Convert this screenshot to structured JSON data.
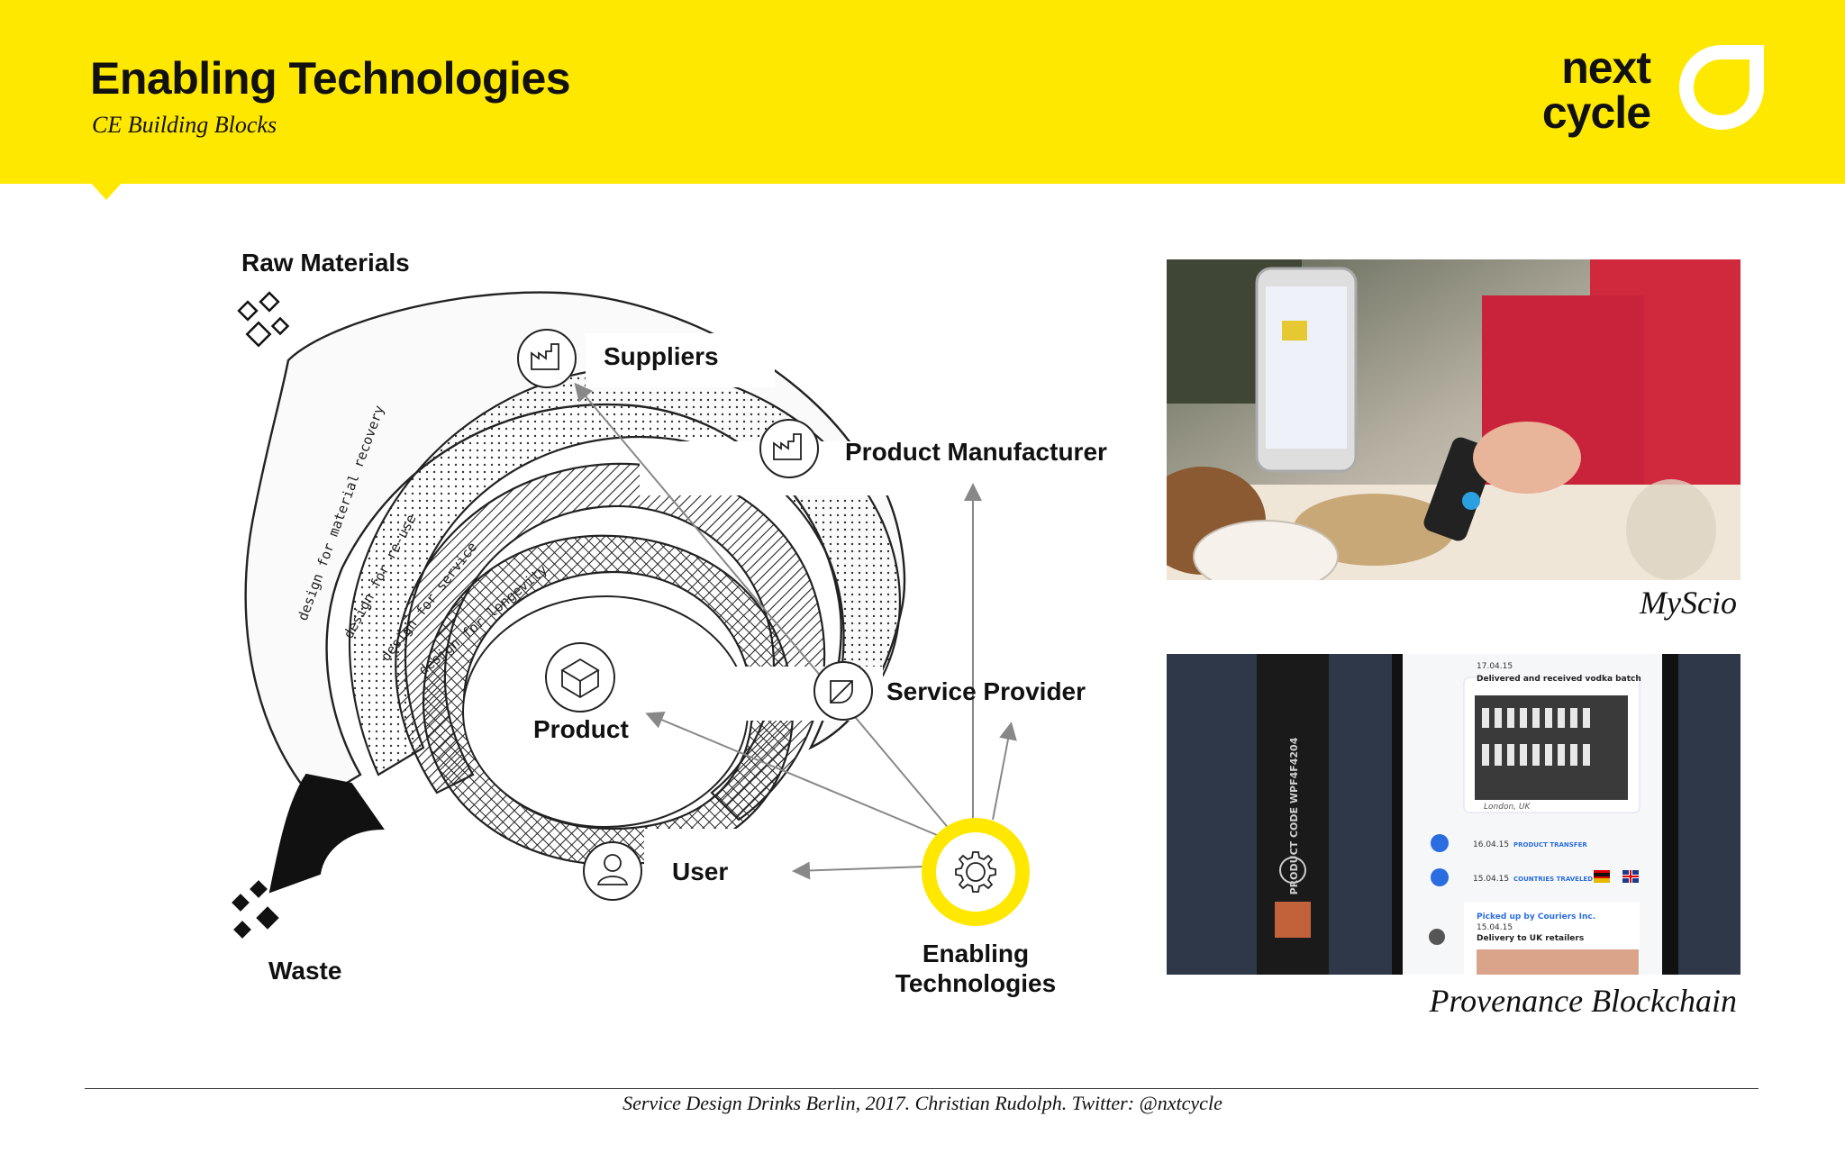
{
  "slide": {
    "title": "Enabling Technologies",
    "subtitle": "CE Building Blocks",
    "footer": "Service Design Drinks Berlin, 2017. Christian Rudolph. Twitter: @nxtcycle"
  },
  "logo": {
    "line1": "next",
    "line2": "cycle",
    "icon": "next-cycle-logo-icon"
  },
  "diagram": {
    "labels": {
      "raw_materials": "Raw Materials",
      "suppliers": "Suppliers",
      "product_manufacturer": "Product Manufacturer",
      "service_provider": "Service Provider",
      "product": "Product",
      "user": "User",
      "waste": "Waste",
      "enabling_line1": "Enabling",
      "enabling_line2": "Technologies"
    },
    "loop_labels": {
      "material_recovery": "design for material recovery",
      "re_use": "design for re-use",
      "service": "design for service",
      "longevity": "design for longevity"
    }
  },
  "photos": {
    "myscio": {
      "caption": "MyScio"
    },
    "provenance": {
      "caption": "Provenance Blockchain",
      "tag_text": "PRODUCT CODE WPF4F4204",
      "feed": [
        {
          "date": "17.04.15",
          "title": "Delivered and received vodka batch",
          "location": "London, UK"
        },
        {
          "date": "16.04.15",
          "title": "PRODUCT TRANSFER"
        },
        {
          "date": "15.04.15",
          "title": "COUNTRIES TRAVELED"
        },
        {
          "date": "15.04.15",
          "title": "Picked up by Couriers Inc.",
          "detail": "Delivery to UK retailers"
        }
      ]
    }
  },
  "colors": {
    "brand_yellow": "#ffe800",
    "text_dark": "#111111"
  }
}
